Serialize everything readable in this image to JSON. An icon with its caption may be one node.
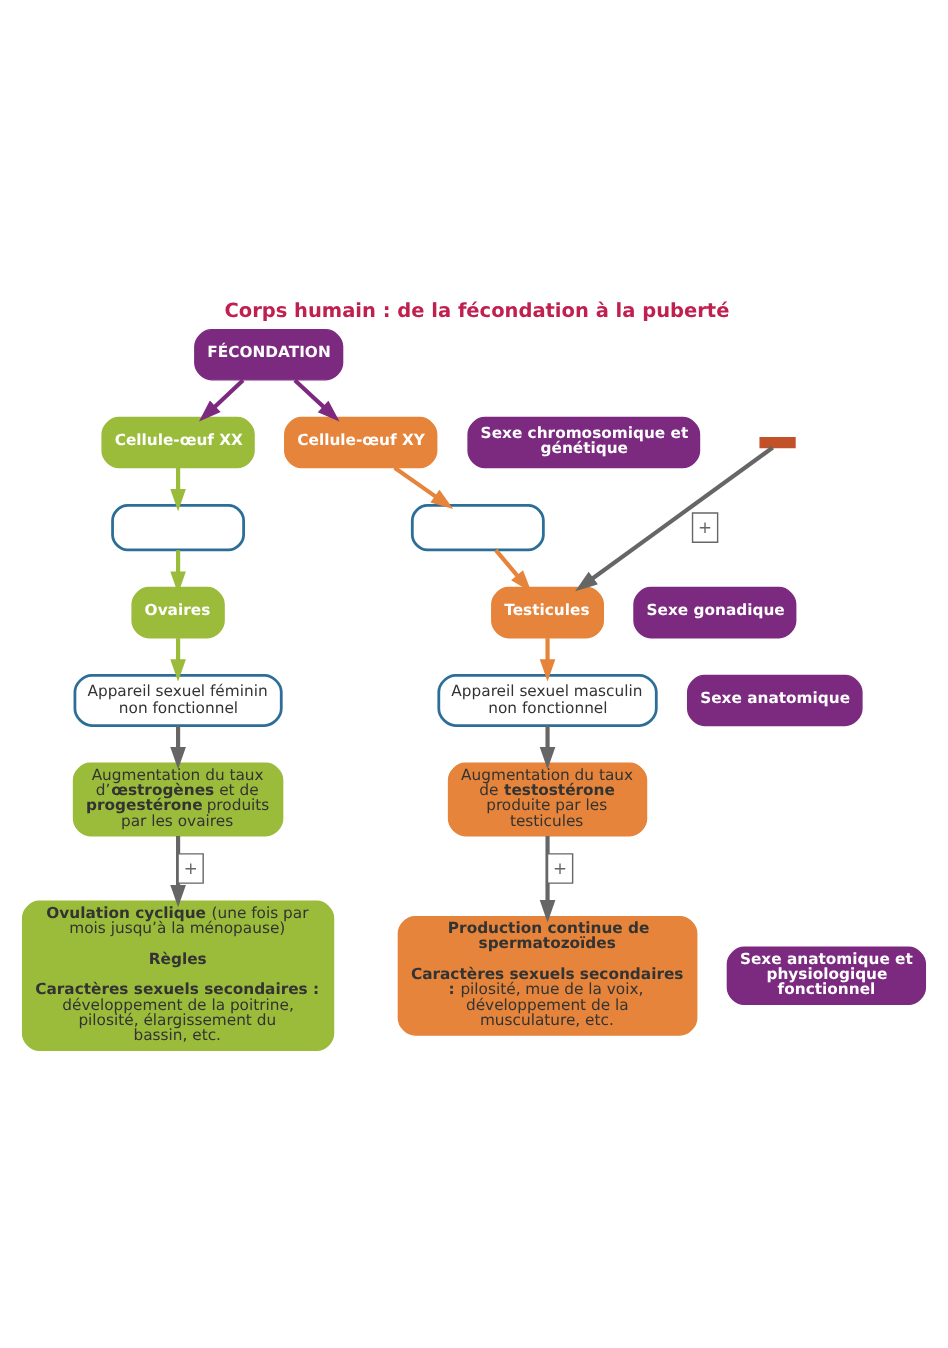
{
  "diagram": {
    "title": "Corps humain : de la fécondation à la puberté",
    "nodes": [
      {
        "text": [
          "FÉCONDATION"
        ]
      },
      {
        "text": [
          "Cellule-œuf XX"
        ]
      },
      {
        "text": [
          "Cellule-œuf XY"
        ]
      },
      {
        "text": [],
        "shape": "box"
      },
      {
        "text": [],
        "shape": "box"
      },
      {
        "text": [
          "Ovaires"
        ]
      },
      {
        "text": [
          "Testicules"
        ]
      },
      {
        "text": [
          "Appareil sexuel féminin non fonctionnel"
        ]
      },
      {
        "text": [
          "Appareil sexuel masculin non fonctionnel"
        ]
      },
      {
        "text": [
          "Augmentation du taux d’**œstrogènes** et de **progestérone** produits par les ovaires"
        ]
      },
      {
        "text": [
          "Augmentation du taux de **testostérone** produite par les testicules"
        ]
      },
      {
        "text": [
          "**Ovulation cyclique** (une fois par mois jusqu’à la ménopause)",
          "**Règles**",
          "**Caractères sexuels secondaires :** développement de la poitrine, pilosité, élargissement du bassin, etc."
        ]
      },
      {
        "text": [
          "**Production continue de spermatozoïdes**",
          "**Caractères sexuels secondaires :** pilosité, mue de la voix, développement de la musculature, etc."
        ]
      },
      {
        "text": [
          "Sexe chromosomique et génétique"
        ]
      },
      {
        "text": [
          "Sexe gonadique"
        ]
      },
      {
        "text": [
          "Sexe anatomique"
        ]
      },
      {
        "text": [
          "Sexe anatomique et physiologique fonctionnel"
        ]
      },
      {
        "text": [],
        "shape": "bar"
      }
    ],
    "edges": [
      {
        "from": 0,
        "to": 1,
        "arrow": "to",
        "color": "#7b2a7f"
      },
      {
        "from": 0,
        "to": 2,
        "arrow": "to",
        "color": "#7b2a7f"
      },
      {
        "from": 1,
        "to": 3,
        "arrow": "to",
        "color": "#9bbb3b"
      },
      {
        "from": 2,
        "to": 4,
        "arrow": "to",
        "color": "#e5843a"
      },
      {
        "from": 3,
        "to": 5,
        "arrow": "to",
        "color": "#9bbb3b"
      },
      {
        "from": 4,
        "to": 6,
        "arrow": "to",
        "color": "#e5843a"
      },
      {
        "from": 17,
        "to": 6,
        "arrow": "to",
        "label": "+"
      },
      {
        "from": 5,
        "to": 7,
        "arrow": "to",
        "color": "#9bbb3b"
      },
      {
        "from": 6,
        "to": 8,
        "arrow": "to",
        "color": "#e5843a"
      },
      {
        "from": 7,
        "to": 9,
        "arrow": "to"
      },
      {
        "from": 8,
        "to": 10,
        "arrow": "to"
      },
      {
        "from": 9,
        "to": 11,
        "arrow": "to",
        "label": "+"
      },
      {
        "from": 10,
        "to": 12,
        "arrow": "to",
        "label": "+"
      }
    ]
  }
}
